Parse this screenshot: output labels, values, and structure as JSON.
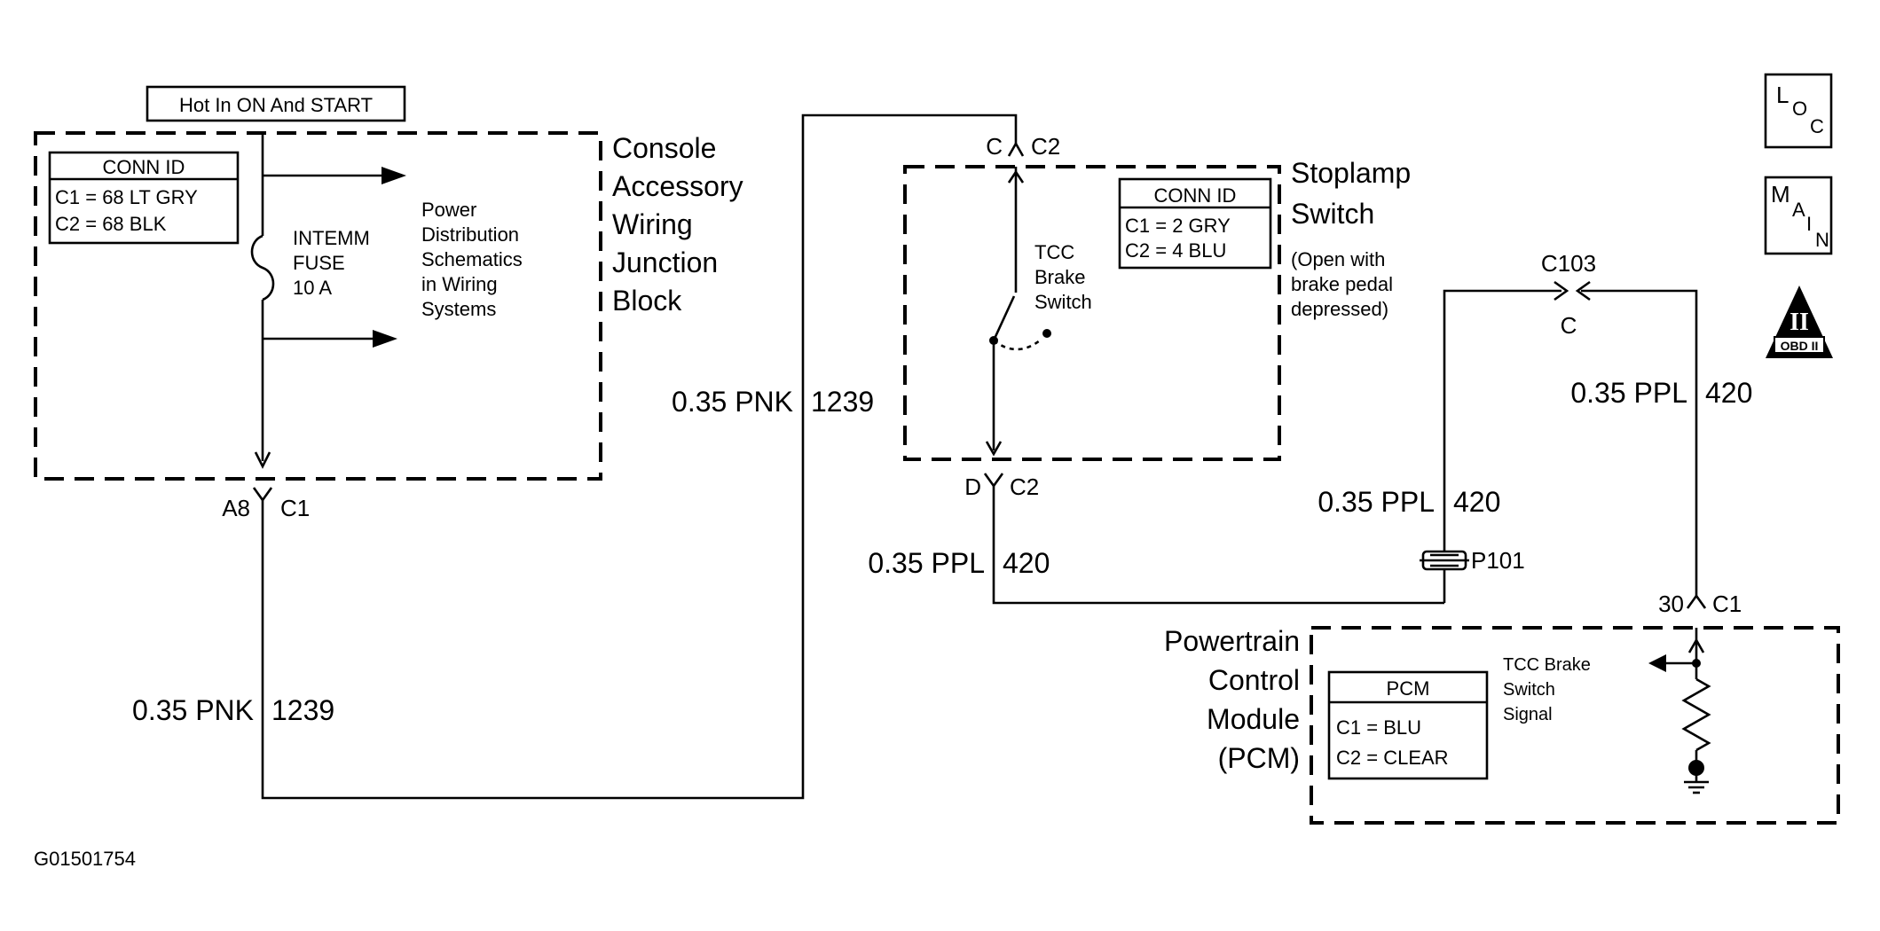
{
  "hot_label": "Hot In ON And START",
  "cajb": {
    "title_lines": [
      "Console",
      "Accessory",
      "Wiring",
      "Junction",
      "Block"
    ],
    "conn_id_header": "CONN ID",
    "conn_rows": [
      "C1 = 68 LT GRY",
      "C2 = 68 BLK"
    ],
    "fuse_lines": [
      "INTEMM",
      "FUSE",
      "10 A"
    ],
    "pd_lines": [
      "Power",
      "Distribution",
      "Schematics",
      "in Wiring",
      "Systems"
    ],
    "conn_label_left": "A8",
    "conn_label_right": "C1"
  },
  "wire_1239": {
    "gauge_color": "0.35 PNK",
    "circuit": "1239"
  },
  "stoplamp": {
    "title_lines": [
      "Stoplamp",
      "Switch"
    ],
    "note_lines": [
      "(Open with",
      "brake pedal",
      "depressed)"
    ],
    "conn_id_header": "CONN  ID",
    "conn_rows": [
      "C1 = 2 GRY",
      "C2 = 4 BLU"
    ],
    "switch_lines": [
      "TCC",
      "Brake",
      "Switch"
    ],
    "top_conn_left": "C",
    "top_conn_right": "C2",
    "bottom_conn_left": "D",
    "bottom_conn_right": "C2"
  },
  "wire_420": {
    "gauge_color": "0.35 PPL",
    "circuit": "420"
  },
  "c103": {
    "name": "C103",
    "pin": "C"
  },
  "splice": "P101",
  "pcm": {
    "title_lines": [
      "Powertrain",
      "Control",
      "Module",
      "(PCM)"
    ],
    "conn_header": "PCM",
    "conn_rows": [
      "C1 = BLU",
      "C2 = CLEAR"
    ],
    "signal_lines": [
      "TCC Brake",
      "Switch",
      "Signal"
    ],
    "conn_label_left": "30",
    "conn_label_right": "C1"
  },
  "icons": {
    "loc": {
      "big": "L",
      "small": [
        "O",
        "C"
      ]
    },
    "main": {
      "big": "M",
      "small": [
        "A",
        "I",
        "N"
      ]
    },
    "obd": {
      "roman": "II",
      "label": "OBD II"
    }
  },
  "figure_id": "G01501754",
  "colors": {
    "line": "#000000",
    "background": "#ffffff"
  }
}
